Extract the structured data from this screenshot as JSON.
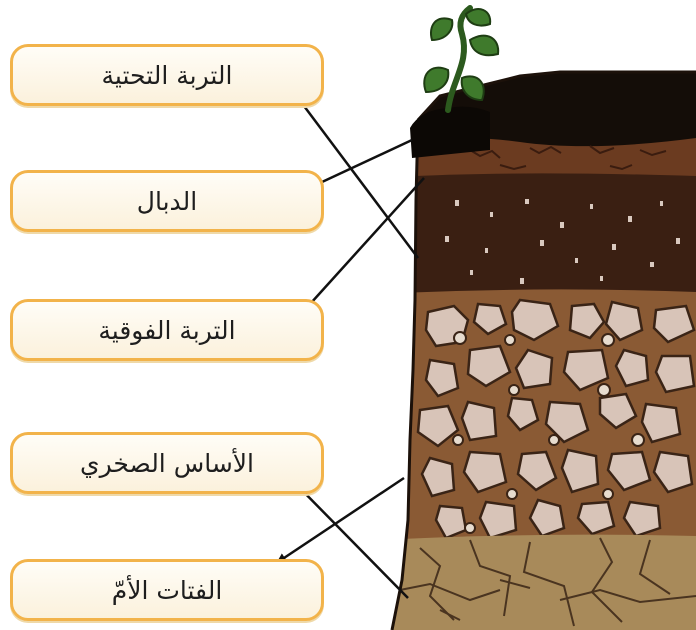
{
  "labels": [
    {
      "id": "subsoil",
      "text": "التربة التحتية"
    },
    {
      "id": "humus",
      "text": "الدبال"
    },
    {
      "id": "topsoil",
      "text": "التربة الفوقية"
    },
    {
      "id": "bedrock",
      "text": "الأساس الصخري"
    },
    {
      "id": "parent-material",
      "text": "الفتات الأمّ"
    }
  ],
  "colors": {
    "box_border": "#f2b34a",
    "box_fill": "#fdf6e6",
    "humus_layer": "#140d08",
    "topsoil_layer": "#3a1f12",
    "subsoil_layer": "#8a5a34",
    "parent_layer": "#5e3a20",
    "bedrock_layer": "#a88a5a",
    "stone_fill": "#d8c4b8",
    "plant_green": "#3f7a2c",
    "arrow": "#111111"
  },
  "icons": [
    "plant-sprout-icon"
  ]
}
